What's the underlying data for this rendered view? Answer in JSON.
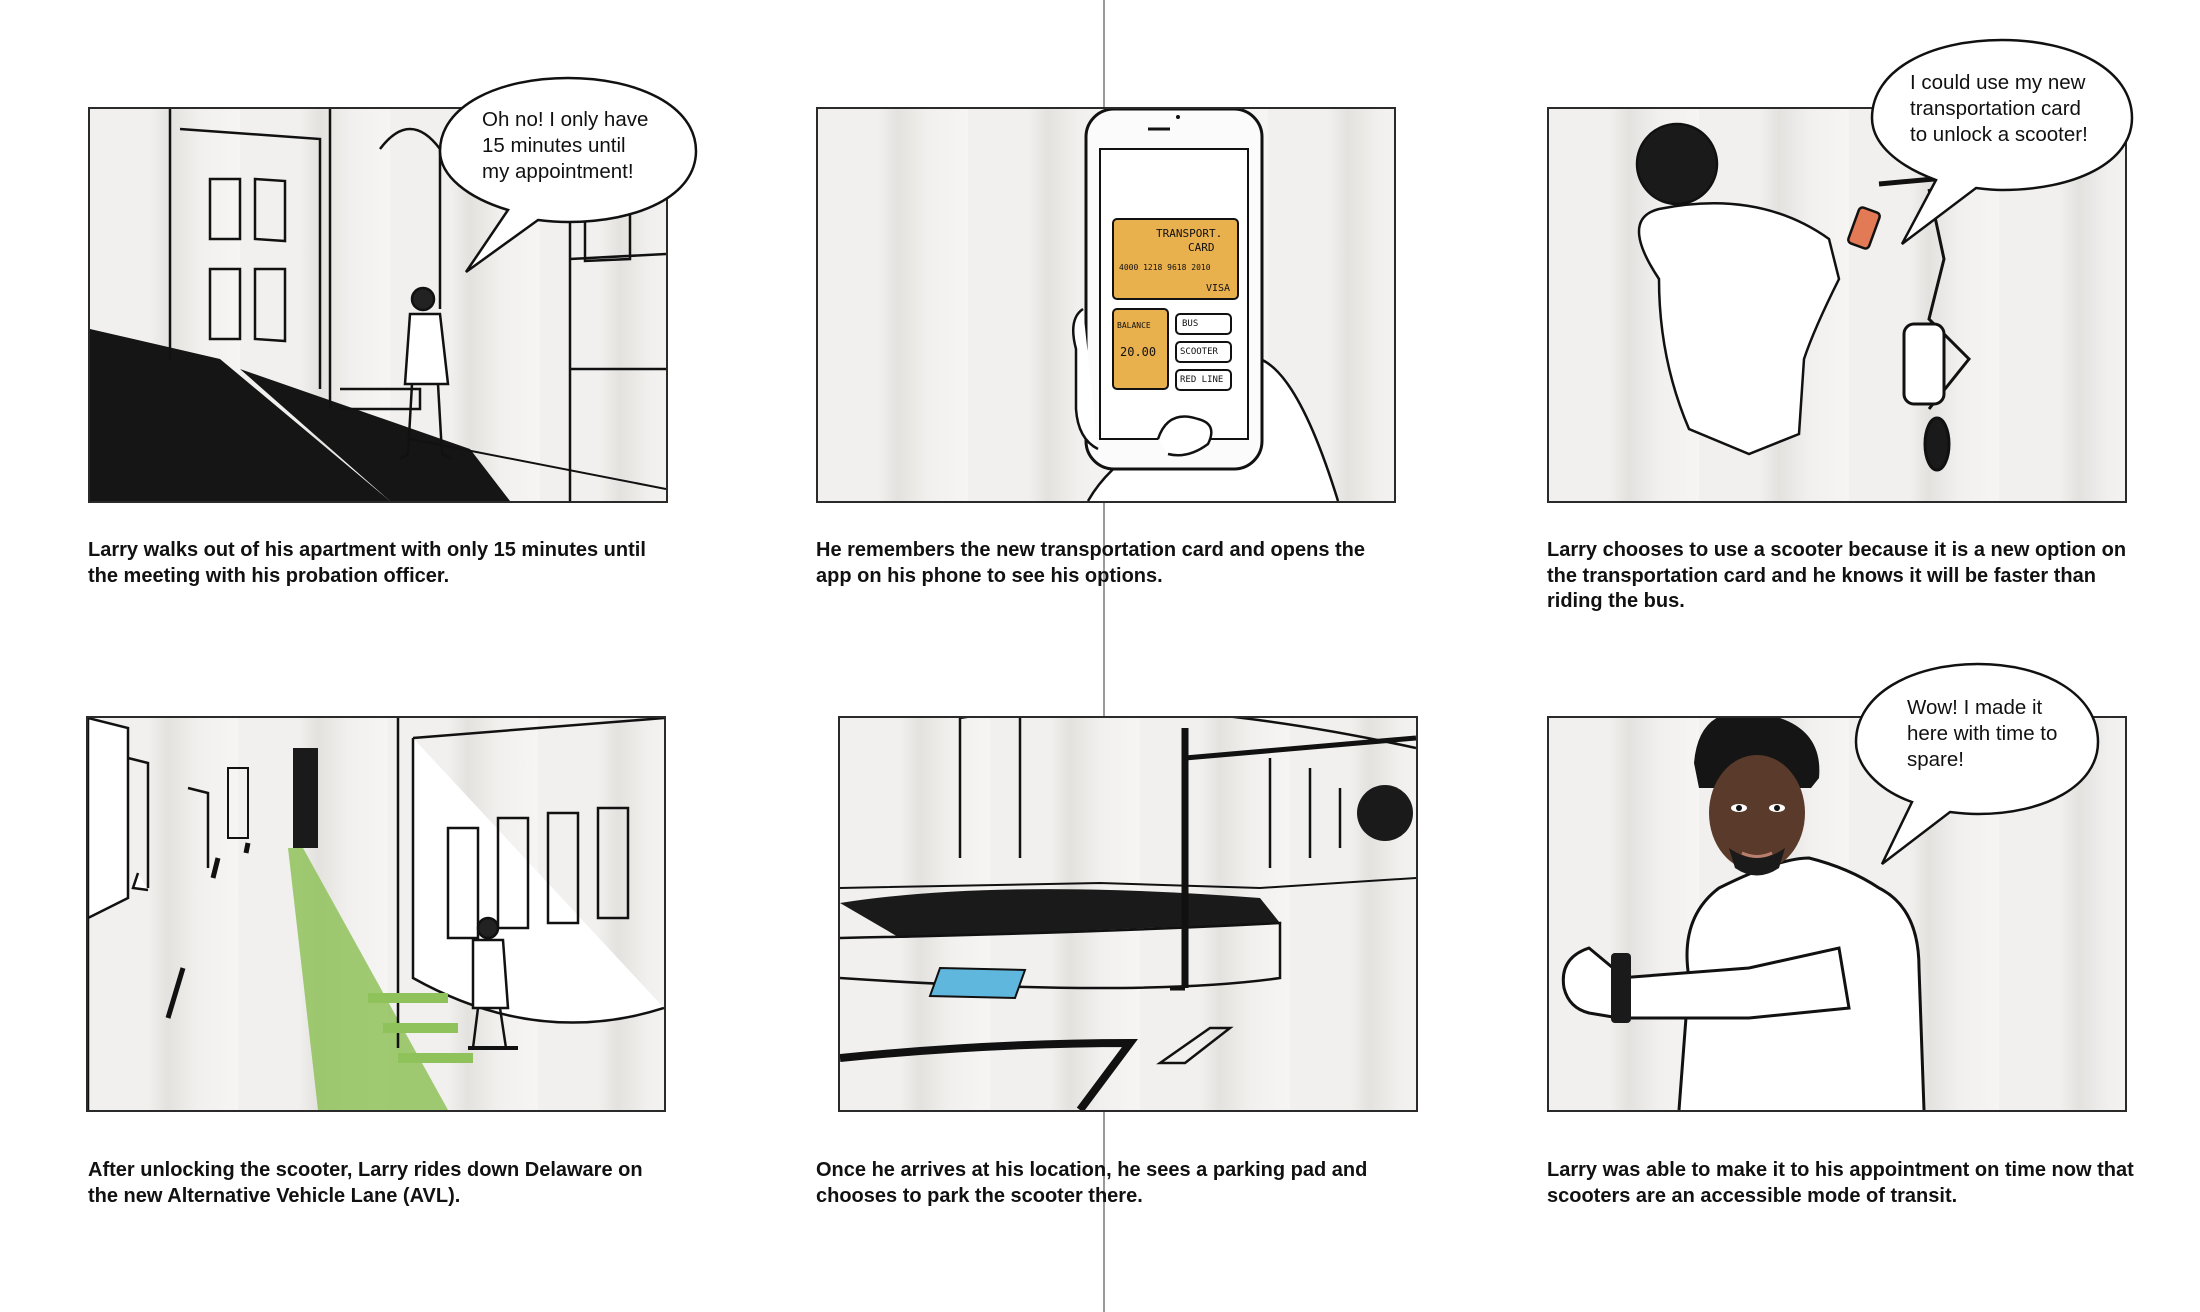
{
  "panels": [
    {
      "caption": "Larry walks out of his apartment with only 15 minutes until the meeting with his probation officer.",
      "bubble": [
        "Oh no! I only have",
        "15 minutes until",
        "my appointment!"
      ]
    },
    {
      "caption": "He remembers the new transportation card and opens the app on his phone to see his options.",
      "phone": {
        "card_title_1": "TRANSPORT.",
        "card_title_2": "CARD",
        "card_number": "4000 1218 9618 2010",
        "card_brand": "VISA",
        "balance_label": "BALANCE",
        "balance_value": "20.00",
        "options": [
          "BUS",
          "SCOOTER",
          "RED LINE"
        ]
      }
    },
    {
      "caption": "Larry chooses to use a scooter because it is a new option on the transportation card and he knows it will be faster than riding the bus.",
      "bubble": [
        "I could use my new",
        "transportation card",
        "to unlock a scooter!"
      ]
    },
    {
      "caption": "After unlocking the scooter, Larry rides down Delaware on the new Alternative Vehicle Lane (AVL)."
    },
    {
      "caption": "Once he arrives at his location, he sees a parking pad and chooses to park the scooter there."
    },
    {
      "caption": "Larry was able to make it to his appointment on time now that scooters are an accessible mode of transit.",
      "bubble": [
        "Wow! I made it",
        "here with time to",
        "spare!"
      ]
    }
  ],
  "colors": {
    "lane_green": "#8fc25a",
    "parking_blue": "#5fb7dd",
    "card_orange": "#e9b04e",
    "skin": "#5a3a2a"
  }
}
